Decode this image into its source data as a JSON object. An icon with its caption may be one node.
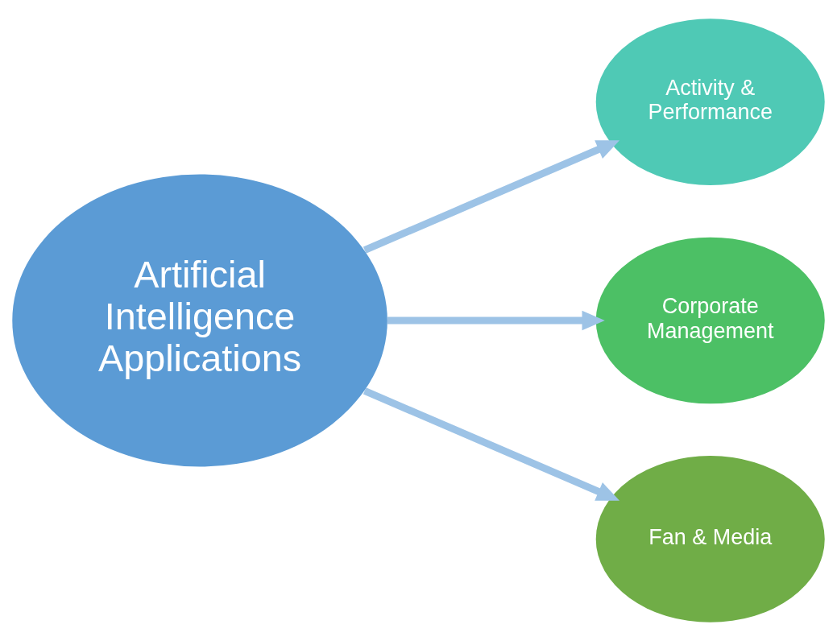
{
  "diagram": {
    "nodes": [
      {
        "text": [
          "Artificial Intelligence Applications"
        ]
      },
      {
        "text": [
          "Activity & Performance"
        ]
      },
      {
        "text": [
          "Corporate Management"
        ]
      },
      {
        "text": [
          "Fan & Media"
        ]
      }
    ],
    "edges": [
      {
        "from": 0,
        "to": 1,
        "arrow": "to"
      },
      {
        "from": 0,
        "to": 2,
        "arrow": "to"
      },
      {
        "from": 0,
        "to": 3,
        "arrow": "to"
      }
    ]
  }
}
